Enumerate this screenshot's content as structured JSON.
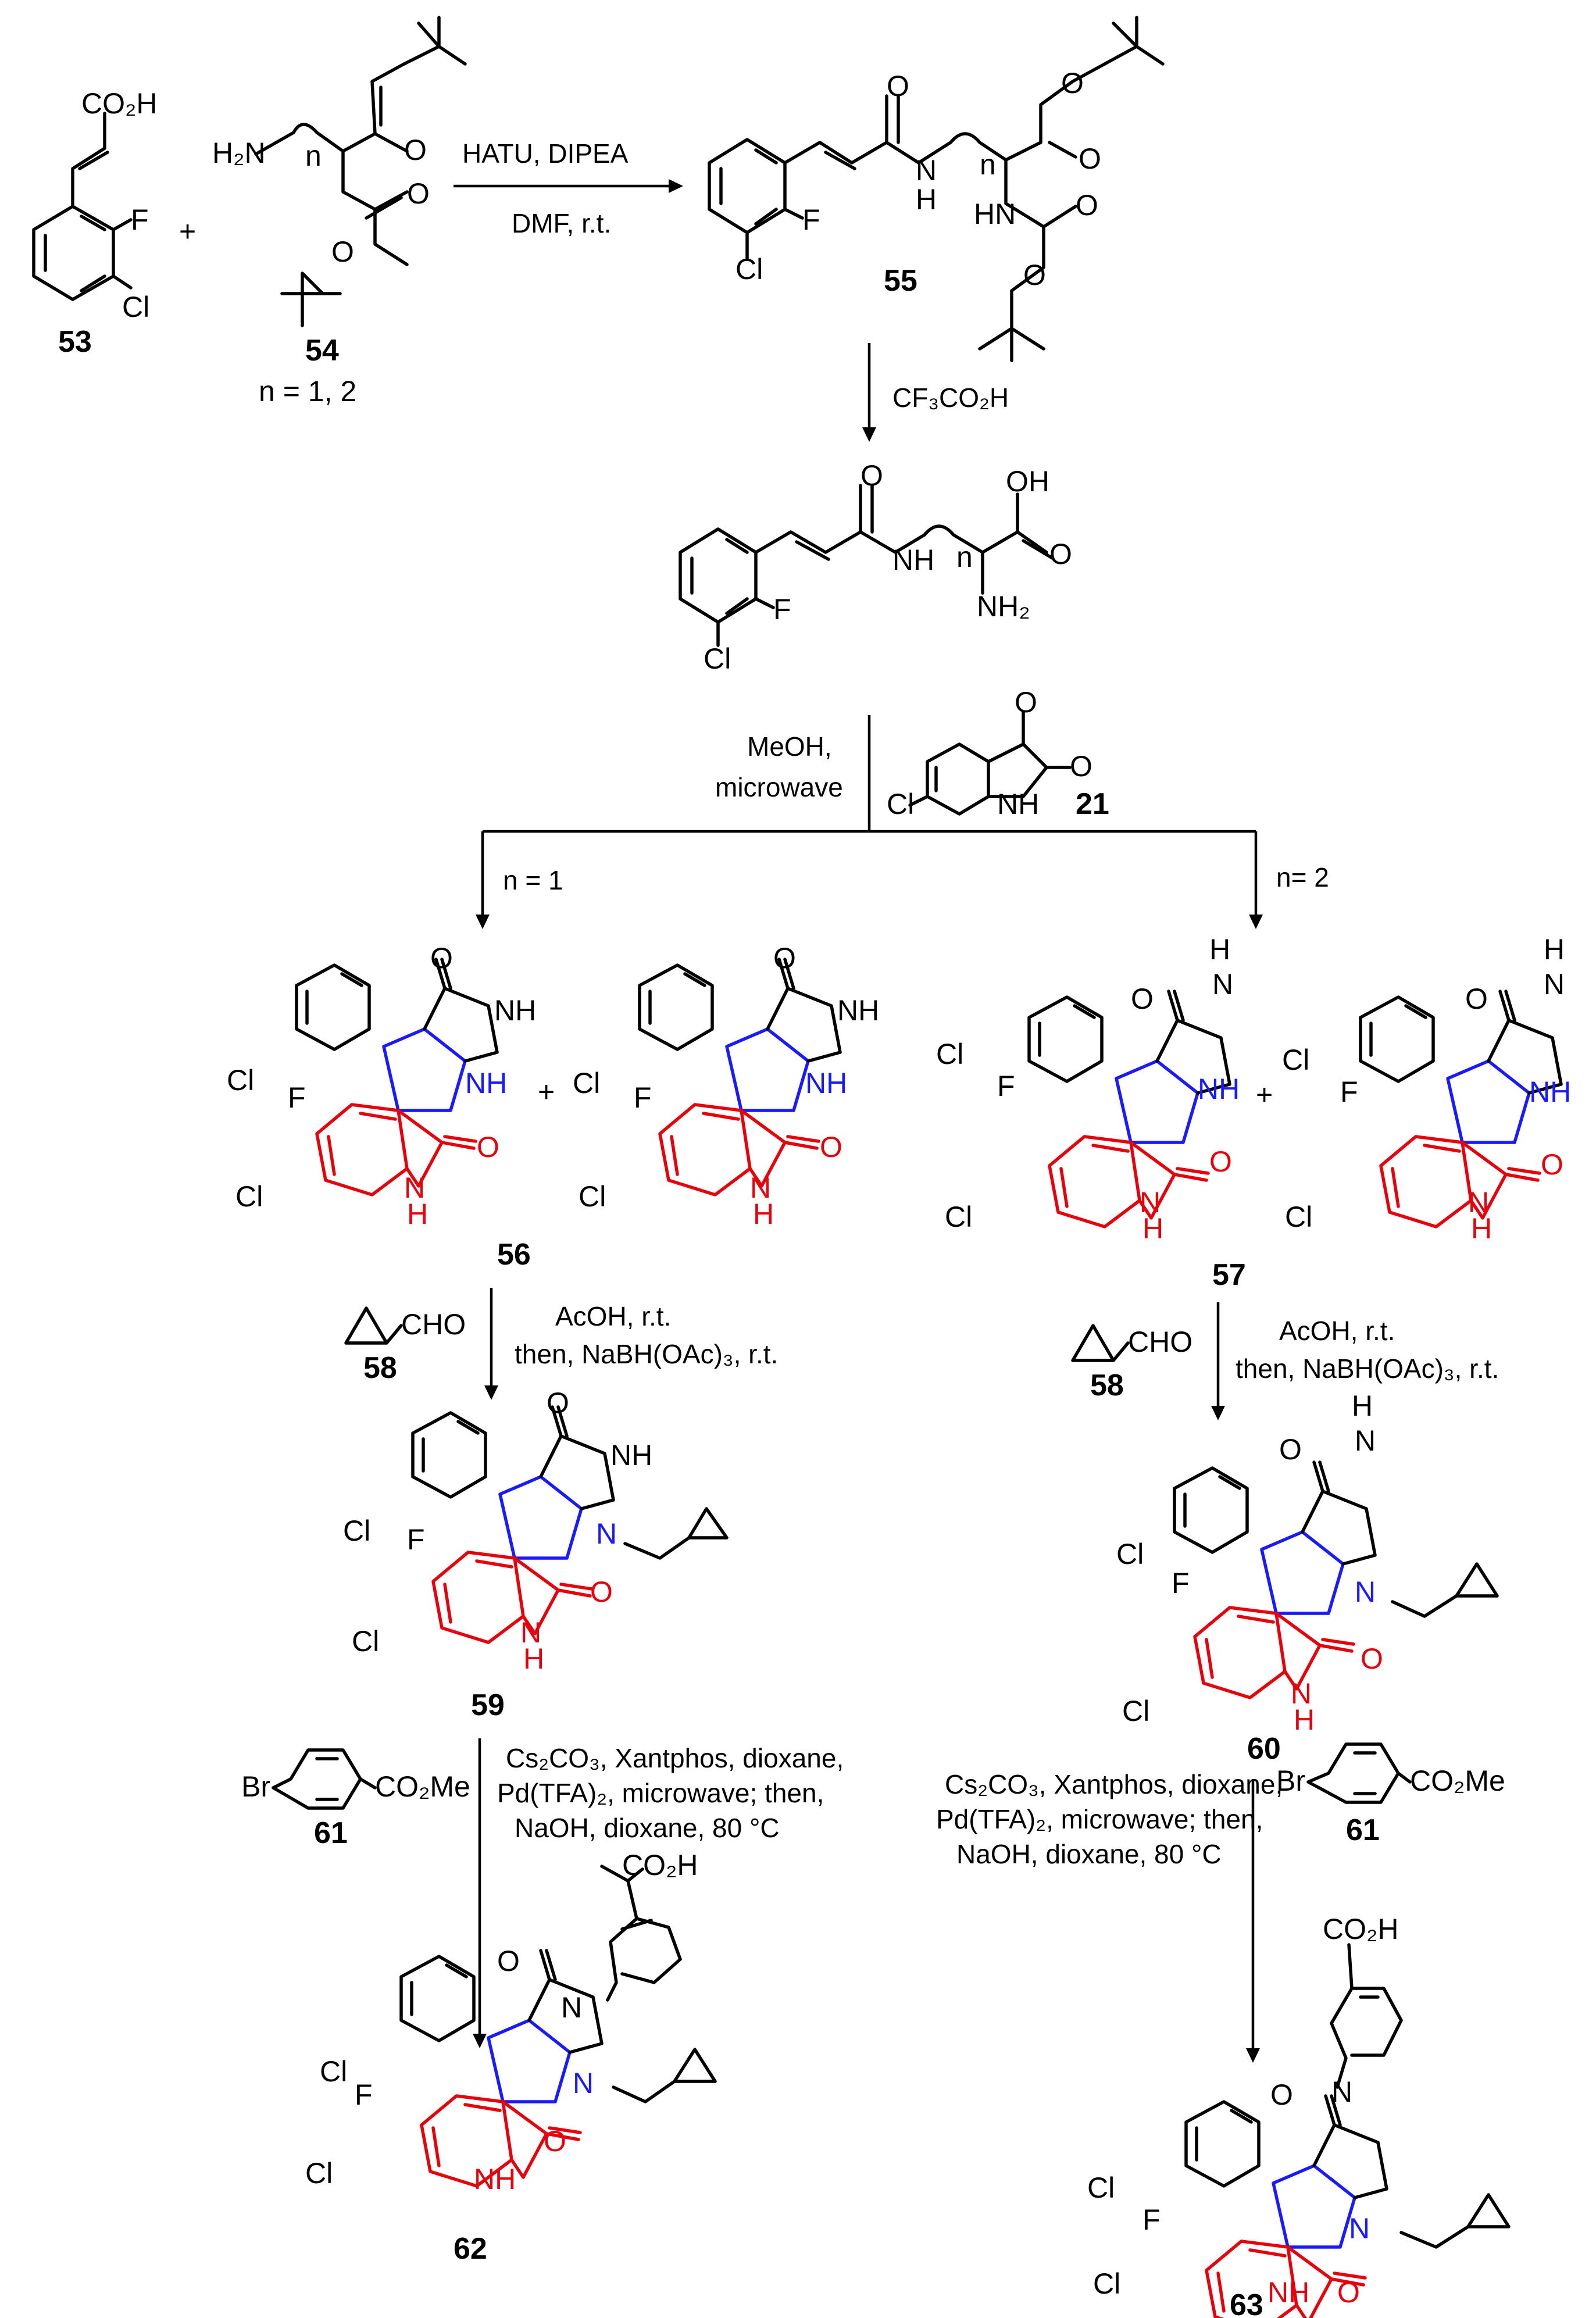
{
  "compounds": {
    "c53": "53",
    "c54": "54",
    "c55": "55",
    "c21": "21",
    "c56": "56",
    "c57": "57",
    "c58a": "58",
    "c58b": "58",
    "c59": "59",
    "c60": "60",
    "c61a": "61",
    "c61b": "61",
    "c62": "62",
    "c63": "63"
  },
  "notes": {
    "n_values": "n = 1, 2",
    "plus": "+"
  },
  "conditions": {
    "step1_top": "HATU, DIPEA",
    "step1_bottom": "DMF, r.t.",
    "step2": "CF₃CO₂H",
    "step3_a": "MeOH,",
    "step3_b": "microwave",
    "branch_left": "n = 1",
    "branch_right": "n= 2",
    "red_am_1": "AcOH, r.t.",
    "red_am_2": "then, NaBH(OAc)₃, r.t.",
    "coupling_1": "Cs₂CO₃, Xantphos, dioxane,",
    "coupling_2": "Pd(TFA)₂, microwave; then,",
    "coupling_3": "NaOH, dioxane, 80 °C"
  },
  "atoms": {
    "co2h": "CO₂H",
    "F": "F",
    "Cl": "Cl",
    "H2N": "H₂N",
    "NH2": "NH₂",
    "n": "n",
    "O": "O",
    "N": "N",
    "H": "H",
    "NH": "NH",
    "HN": "HN",
    "OH": "OH",
    "CHO": "CHO",
    "Br": "Br",
    "CO2Me": "CO₂Me"
  }
}
